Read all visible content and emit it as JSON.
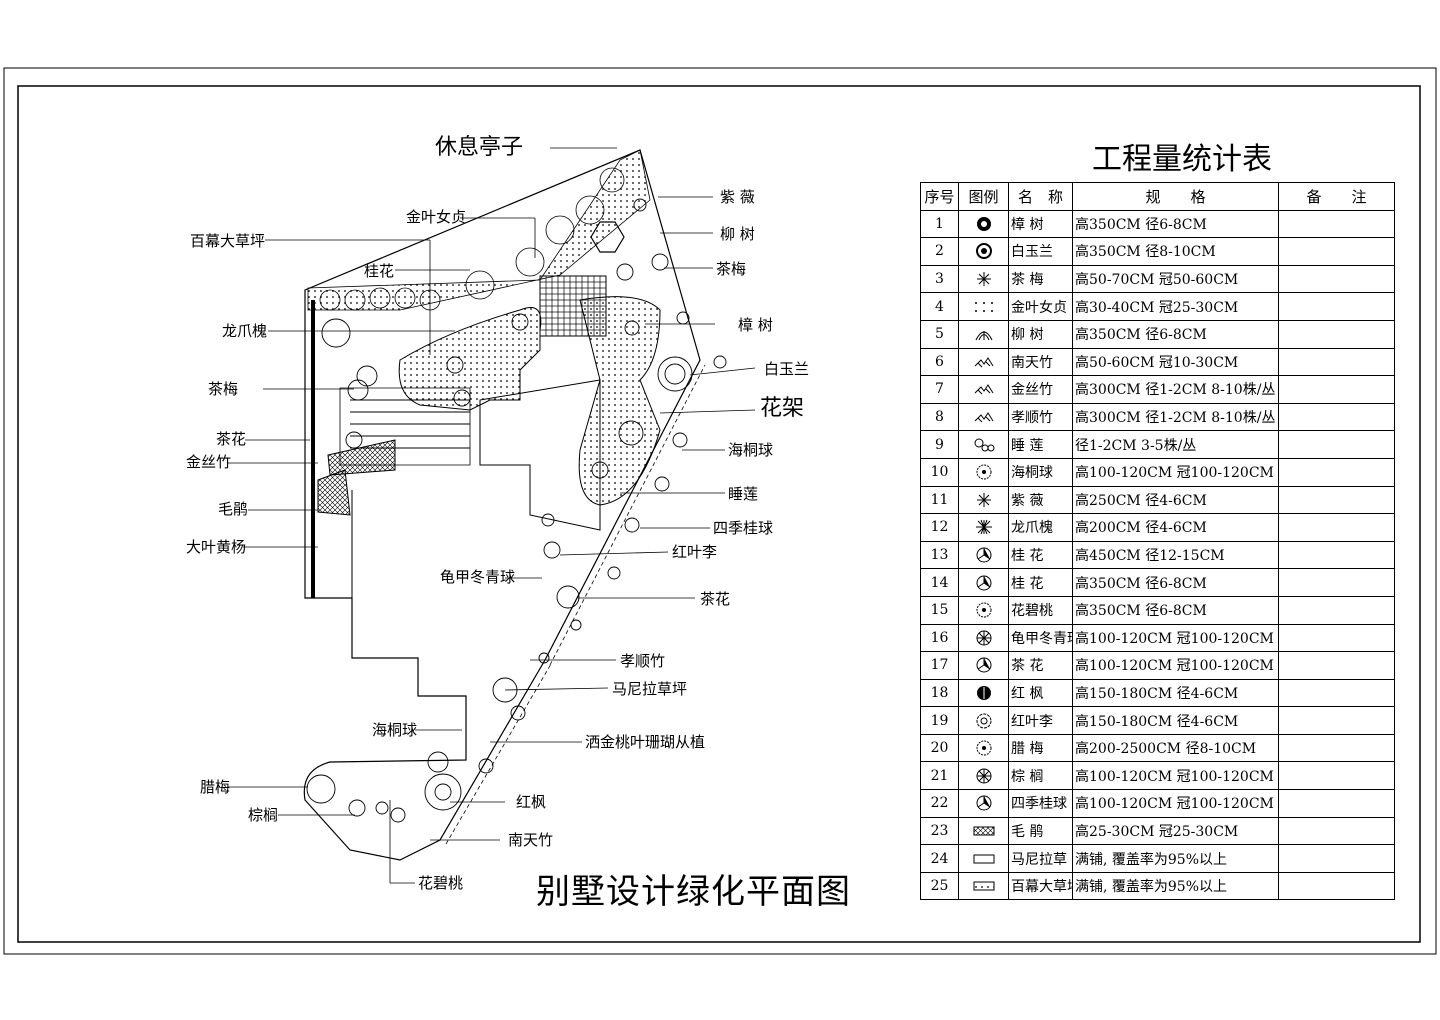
{
  "drawing_title": "别墅设计绿化平面图",
  "table_title": "工程量统计表",
  "plan_labels": {
    "pavilion": "休息亭子",
    "jinye_nvzhen": "金叶女贞",
    "baimu_lawn": "百幕大草坪",
    "guihua": "桂花",
    "longzhuahuai": "龙爪槐",
    "chamei_left": "茶梅",
    "chahua_left": "茶花",
    "jinsizhu": "金丝竹",
    "maojuan": "毛鹃",
    "dayehuangyang": "大叶黄杨",
    "ziwei": "紫 薇",
    "liushu": "柳 树",
    "chamei_right": "茶梅",
    "zhangshu": "樟 树",
    "baiyulan": "白玉兰",
    "huajia": "花架",
    "haitongqiu_right": "海桐球",
    "shuilian": "睡莲",
    "sijiguiqiu": "四季桂球",
    "hongyeli": "红叶李",
    "guijiadongqingqiu": "龟甲冬青球",
    "chahua_right": "茶花",
    "xiaoshunzhu": "孝顺竹",
    "manila_lawn": "马尼拉草坪",
    "haitongqiu_left": "海桐球",
    "sajin": "洒金桃叶珊瑚从植",
    "lamei": "腊梅",
    "zonglv": "棕榈",
    "hongfeng": "红枫",
    "nantianzhu": "南天竹",
    "huabitao": "花碧桃"
  },
  "table": {
    "headers": [
      "序号",
      "图例",
      "名　称",
      "规　　格",
      "备　　注"
    ],
    "rows": [
      {
        "no": "1",
        "icon": "tree-circle-dark-icon",
        "name": "樟 树",
        "spec": "高350CM 径6-8CM",
        "note": ""
      },
      {
        "no": "2",
        "icon": "tree-concentric-icon",
        "name": "白玉兰",
        "spec": "高350CM 径8-10CM",
        "note": ""
      },
      {
        "no": "3",
        "icon": "shrub-star-icon",
        "name": "茶 梅",
        "spec": "高50-70CM 冠50-60CM",
        "note": ""
      },
      {
        "no": "4",
        "icon": "dot-pattern-icon",
        "name": "金叶女贞",
        "spec": "高30-40CM 冠25-30CM",
        "note": ""
      },
      {
        "no": "5",
        "icon": "willow-icon",
        "name": "柳 树",
        "spec": "高350CM 径6-8CM",
        "note": ""
      },
      {
        "no": "6",
        "icon": "bamboo-sprig-icon",
        "name": "南天竹",
        "spec": "高50-60CM 冠10-30CM",
        "note": ""
      },
      {
        "no": "7",
        "icon": "bamboo-clump-icon",
        "name": "金丝竹",
        "spec": "高300CM 径1-2CM 8-10株/丛",
        "note": ""
      },
      {
        "no": "8",
        "icon": "bamboo-clump-icon",
        "name": "孝顺竹",
        "spec": "高300CM 径1-2CM 8-10株/丛",
        "note": ""
      },
      {
        "no": "9",
        "icon": "water-lily-icon",
        "name": "睡 莲",
        "spec": " 径1-2CM 3-5株/丛",
        "note": ""
      },
      {
        "no": "10",
        "icon": "shrub-ball-icon",
        "name": "海桐球",
        "spec": "高100-120CM  冠100-120CM",
        "note": ""
      },
      {
        "no": "11",
        "icon": "star-burst-icon",
        "name": "紫 薇",
        "spec": "高250CM 径4-6CM",
        "note": ""
      },
      {
        "no": "12",
        "icon": "spiky-tree-icon",
        "name": "龙爪槐",
        "spec": "高200CM 径4-6CM",
        "note": ""
      },
      {
        "no": "13",
        "icon": "segmented-circle-icon",
        "name": "桂 花",
        "spec": "高450CM 径12-15CM",
        "note": ""
      },
      {
        "no": "14",
        "icon": "segmented-circle-icon",
        "name": "桂 花",
        "spec": "高350CM 径6-8CM",
        "note": ""
      },
      {
        "no": "15",
        "icon": "scalloped-circle-icon",
        "name": "花碧桃",
        "spec": "高350CM 径6-8CM",
        "note": ""
      },
      {
        "no": "16",
        "icon": "wheel-icon",
        "name": "龟甲冬青球",
        "spec": "高100-120CM 冠100-120CM",
        "note": ""
      },
      {
        "no": "17",
        "icon": "segmented-circle-icon",
        "name": "茶 花",
        "spec": "高100-120CM  冠100-120CM",
        "note": ""
      },
      {
        "no": "18",
        "icon": "dark-circle-icon",
        "name": "红 枫",
        "spec": "高150-180CM  径4-6CM",
        "note": ""
      },
      {
        "no": "19",
        "icon": "flower-circle-icon",
        "name": "红叶李",
        "spec": "高150-180CM  径4-6CM",
        "note": ""
      },
      {
        "no": "20",
        "icon": "scalloped-circle-icon",
        "name": "腊 梅",
        "spec": "高200-2500CM 径8-10CM",
        "note": ""
      },
      {
        "no": "21",
        "icon": "palm-circle-icon",
        "name": "棕 榈",
        "spec": "高100-120CM 冠100-120CM",
        "note": ""
      },
      {
        "no": "22",
        "icon": "segmented-circle-icon",
        "name": "四季桂球",
        "spec": "高100-120CM  冠100-120CM",
        "note": ""
      },
      {
        "no": "23",
        "icon": "hatched-rect-icon",
        "name": "毛 鹃",
        "spec": "高25-30CM  冠25-30CM",
        "note": ""
      },
      {
        "no": "24",
        "icon": "empty-rect-icon",
        "name": "马尼拉草",
        "spec": "满铺, 覆盖率为95%以上",
        "note": ""
      },
      {
        "no": "25",
        "icon": "dotted-rect-icon",
        "name": "百幕大草坪",
        "spec": "满铺, 覆盖率为95%以上",
        "note": ""
      }
    ]
  }
}
